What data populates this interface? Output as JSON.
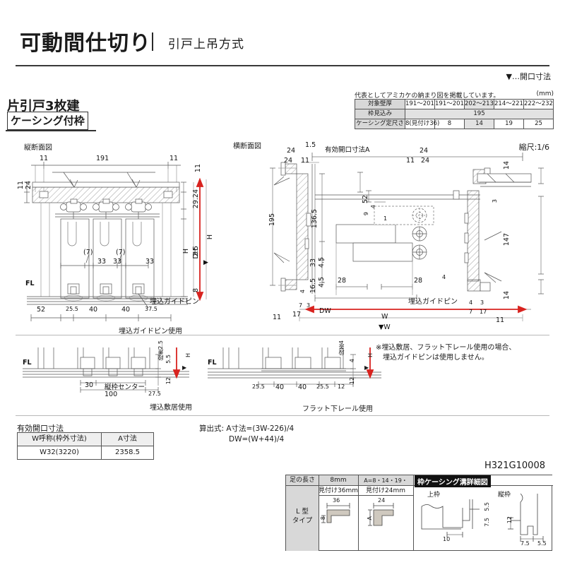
{
  "header": {
    "title": "可動間仕切り",
    "divider": "|",
    "subtitle": "引戸上吊方式",
    "opening_note": "▼…開口寸法"
  },
  "product": {
    "type_label": "片引戸3枚建",
    "frame_label": "ケーシング付枠"
  },
  "wall_table": {
    "note": "代表としてアミカケの納まり図を掲載しています。",
    "unit": "(mm)",
    "rows": [
      {
        "head": "対象壁厚",
        "cells": [
          "191〜201",
          "191〜201",
          "202〜213",
          "214〜221",
          "222〜232"
        ]
      },
      {
        "head": "枠見込み",
        "cells": [
          "195"
        ]
      },
      {
        "head": "ケーシング定尺さ",
        "cells": [
          "8(見付け36)",
          "8",
          "14",
          "19",
          "25"
        ]
      }
    ]
  },
  "sections": {
    "vertical_caption": "縦断面図",
    "horizontal_caption": "横断面図",
    "scale": "縮尺:1/6"
  },
  "vertical_section": {
    "top_width": "191",
    "left_edge": "11",
    "right_edge": "11",
    "left_stack_a": "11",
    "left_stack_b": "24",
    "head_gap": "29.24",
    "step": "2.5",
    "dh": "DH",
    "h": "H",
    "h_arrow": "H",
    "top_small": "11",
    "sill": "8",
    "fl": "FL",
    "panel_marks": [
      "(7)",
      "(7)"
    ],
    "panel_widths": [
      "33",
      "33",
      "33"
    ],
    "bottom_dims": [
      "52",
      "25.5",
      "40",
      "40",
      "37.5"
    ],
    "guide_pin": "埋込ガイドピン"
  },
  "horizontal_section": {
    "effective_opening": "有効開口寸法A",
    "top_left_a": "1.5",
    "top_left_b": "24",
    "top_left_c": "24",
    "top_left_d": "11",
    "frame_depth": "195",
    "inner_depth": "136.5",
    "d33": "33",
    "d45a": "4.5",
    "d45b": "4.5",
    "d165": "16.5",
    "d4": "4",
    "d7": "7",
    "d3": "3",
    "d17": "17",
    "d11_left": "11",
    "dw": "DW",
    "w": "W",
    "w_tri": "▼W",
    "right_24a": "24",
    "right_24b": "24",
    "right_11": "11",
    "right_14_top": "14",
    "right_147": "147",
    "right_14_bot": "14",
    "right_3": "3",
    "right_4": "4",
    "right_7": "7",
    "right_17": "17",
    "right_11b": "11",
    "d52": "52",
    "d9": "9",
    "d4b": "4",
    "d1": "1",
    "d28a": "28",
    "d28b": "28",
    "d4c": "4",
    "guide_pin": "埋込ガイドピン"
  },
  "detail_left": {
    "title": "埋込ガイドピン使用",
    "fl": "FL",
    "step": "段差2.5",
    "d55": "5.5",
    "d12": "12",
    "d30": "30",
    "center_label": "縦枠センター",
    "d100": "100",
    "d275": "27.5",
    "caption": "埋込敷居使用"
  },
  "detail_right": {
    "fl": "FL",
    "step": "段差4",
    "d4": "4",
    "d12a": "12",
    "d12b": "12",
    "dims": [
      "25.5",
      "40",
      "40",
      "25.5"
    ],
    "caption": "フラット下レール使用"
  },
  "guidepin_note": {
    "line1": "※埋込敷居、フラット下レール使用の場合、",
    "line2": "埋込ガイドピンは使用しません。"
  },
  "opening_table": {
    "caption": "有効開口寸法",
    "headers": [
      "W呼称(枠外寸法)",
      "A寸法"
    ],
    "rows": [
      [
        "W32(3220)",
        "2358.5"
      ]
    ]
  },
  "formula": {
    "line1": "算出式: A寸法=(3W-226)/4",
    "line2": "DW=(W+44)/4"
  },
  "drawing_code": "H321G10008",
  "detail_table": {
    "leg_header": "足の長さ",
    "col1_header": "8mm",
    "col2_header": "A=8・14・19・25mm",
    "col1_sub": "見付け36mm",
    "col2_sub": "見付け24mm",
    "row_label_1": "L 型",
    "row_label_2": "タイプ",
    "col1_dim_w": "36",
    "col1_dim_h": "8",
    "col2_dim_w": "24",
    "col2_dim_h": "A",
    "groove_title": "枠ケーシング溝詳細図",
    "groove_upper_label": "上枠",
    "groove_side_label": "縦枠",
    "groove_upper_d1": "5.5",
    "groove_upper_d2": "7.5",
    "groove_upper_d3": "10",
    "groove_side_d1": "12",
    "groove_side_d2": "7.5",
    "groove_side_d3": "5.5"
  },
  "colors": {
    "accent_red": "#d8231f",
    "line": "#555555",
    "table_header": "#d8d8d8",
    "hatch": "#cfc9bf"
  }
}
